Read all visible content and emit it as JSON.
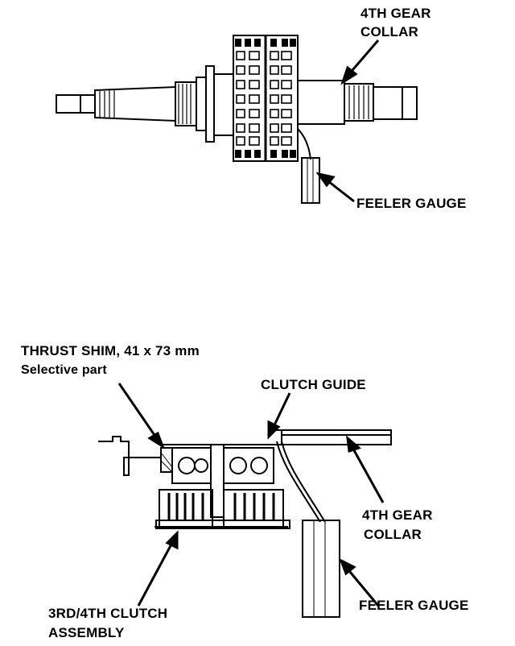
{
  "top_diagram": {
    "label_4th_gear_collar_line1": "4TH GEAR",
    "label_4th_gear_collar_line2": "COLLAR",
    "label_feeler_gauge": "FEELER GAUGE"
  },
  "bottom_diagram": {
    "label_thrust_shim": "THRUST SHIM, 41 x 73 mm",
    "label_selective_part": "Selective part",
    "label_clutch_guide": "CLUTCH GUIDE",
    "label_4th_gear_collar_line1": "4TH GEAR",
    "label_4th_gear_collar_line2": "COLLAR",
    "label_clutch_assembly_line1": "3RD/4TH CLUTCH",
    "label_clutch_assembly_line2": "ASSEMBLY",
    "label_feeler_gauge": "FEELER GAUGE"
  },
  "colors": {
    "ink": "#000000",
    "paper": "#ffffff"
  },
  "icons": [
    "arrow-icon"
  ]
}
